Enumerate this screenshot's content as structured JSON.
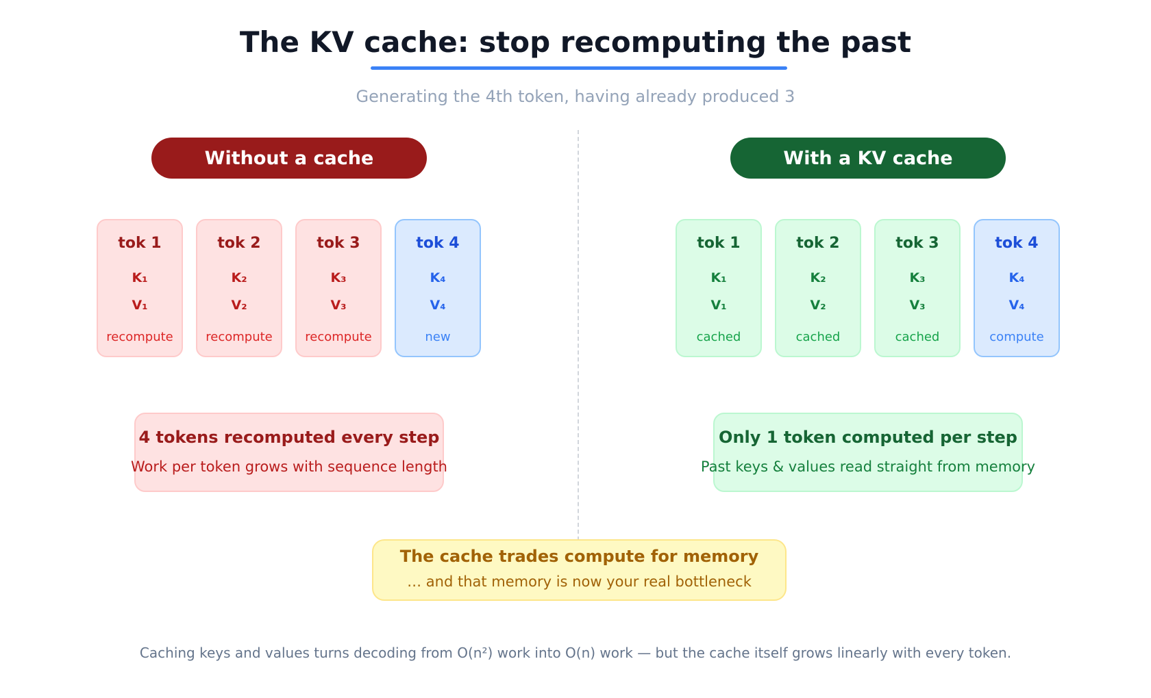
{
  "title": "The KV cache: stop recomputing the past",
  "subtitle": "Generating the 4th token, having already produced 3",
  "colors": {
    "accent": "#3b82f6",
    "without_header": "#991b1b",
    "with_header": "#166534",
    "tradeoff": "#a16207"
  },
  "without": {
    "label": "Without a cache",
    "tokens": [
      {
        "name": "tok 1",
        "k": "K₁",
        "v": "V₁",
        "status": "recompute"
      },
      {
        "name": "tok 2",
        "k": "K₂",
        "v": "V₂",
        "status": "recompute"
      },
      {
        "name": "tok 3",
        "k": "K₃",
        "v": "V₃",
        "status": "recompute"
      },
      {
        "name": "tok 4",
        "k": "K₄",
        "v": "V₄",
        "status": "new"
      }
    ],
    "summary_title": "4 tokens recomputed every step",
    "summary_text": "Work per token grows with sequence length"
  },
  "with": {
    "label": "With a KV cache",
    "tokens": [
      {
        "name": "tok 1",
        "k": "K₁",
        "v": "V₁",
        "status": "cached"
      },
      {
        "name": "tok 2",
        "k": "K₂",
        "v": "V₂",
        "status": "cached"
      },
      {
        "name": "tok 3",
        "k": "K₃",
        "v": "V₃",
        "status": "cached"
      },
      {
        "name": "tok 4",
        "k": "K₄",
        "v": "V₄",
        "status": "compute"
      }
    ],
    "summary_title": "Only 1 token computed per step",
    "summary_text": "Past keys & values read straight from memory"
  },
  "tradeoff": {
    "title": "The cache trades compute for memory",
    "text": "… and that memory is now your real bottleneck"
  },
  "footer": "Caching keys and values turns decoding from O(n²) work into O(n) work — but the cache itself grows linearly with every token."
}
